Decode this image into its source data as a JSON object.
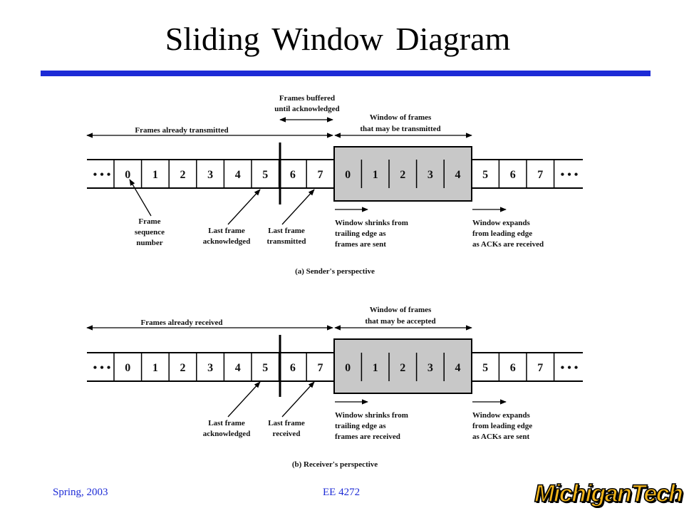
{
  "slide": {
    "title": "Sliding Window Diagram",
    "footer_left": "Spring, 2003",
    "footer_center": "EE 4272",
    "logo_text": "MichiganTech"
  },
  "colors": {
    "rule": "#1d2bd6",
    "footer_text": "#1d2bd6",
    "window_fill": "#c8c8c8",
    "logo_gold": "#f2b51a"
  },
  "diagram": {
    "ellipsis": "• • •",
    "cells": [
      "0",
      "1",
      "2",
      "3",
      "4",
      "5",
      "6",
      "7",
      "0",
      "1",
      "2",
      "3",
      "4",
      "5",
      "6",
      "7"
    ],
    "sender": {
      "frames_buffered": [
        "Frames buffered",
        "until acknowledged"
      ],
      "already": "Frames already transmitted",
      "window": [
        "Window of frames",
        "that may be transmitted"
      ],
      "frame_seq": [
        "Frame",
        "sequence",
        "number"
      ],
      "last_ack": [
        "Last frame",
        "acknowledged"
      ],
      "last_tx": [
        "Last frame",
        "transmitted"
      ],
      "shrinks": [
        "Window shrinks from",
        "trailing edge as",
        "frames are sent"
      ],
      "expands": [
        "Window expands",
        "from leading edge",
        "as ACKs are received"
      ],
      "caption": "(a) Sender's perspective"
    },
    "receiver": {
      "already": "Frames already received",
      "window": [
        "Window of frames",
        "that may be accepted"
      ],
      "last_ack": [
        "Last frame",
        "acknowledged"
      ],
      "last_rx": [
        "Last frame",
        "received"
      ],
      "shrinks": [
        "Window shrinks from",
        "trailing edge as",
        "frames are received"
      ],
      "expands": [
        "Window expands",
        "from leading edge",
        "as ACKs are sent"
      ],
      "caption": "(b) Receiver's perspective"
    }
  }
}
